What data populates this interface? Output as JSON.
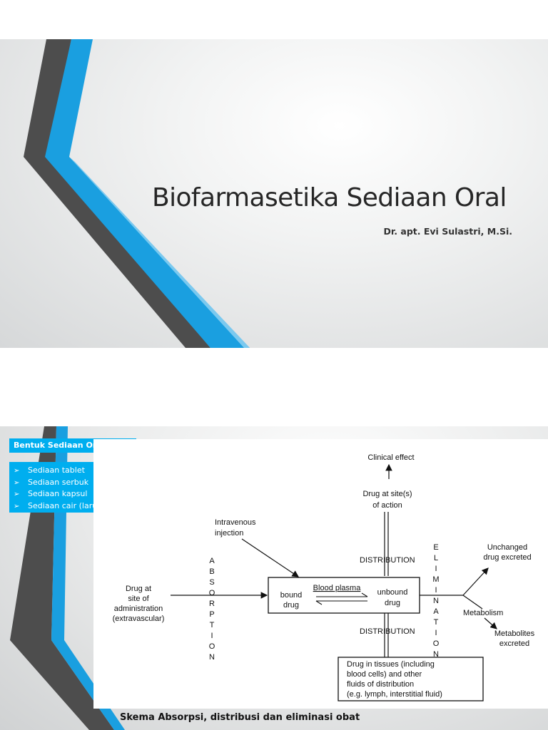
{
  "slide1": {
    "title": "Biofarmasetika Sediaan Oral",
    "author": "Dr. apt. Evi Sulastri, M.Si."
  },
  "slide2": {
    "tag_label": "Bentuk Sediaan Oral",
    "bullet_marker": "➢",
    "bullets": [
      "Sediaan tablet",
      "Sediaan serbuk",
      "Sediaan kapsul",
      "Sediaan cair (larutan, suspensi, emulsi)"
    ],
    "caption": "Skema Absorpsi, distribusi dan eliminasi obat",
    "diagram": {
      "clinical_effect": "Clinical effect",
      "site_of_action": [
        "Drug at site(s)",
        "of action"
      ],
      "iv_injection": [
        "Intravenous",
        "injection"
      ],
      "distribution_top": "DISTRIBUTION",
      "distribution_bottom": "DISTRIBUTION",
      "absorption_letters": [
        "A",
        "B",
        "S",
        "O",
        "R",
        "P",
        "T",
        "I",
        "O",
        "N"
      ],
      "elimination_letters": [
        "E",
        "L",
        "I",
        "M",
        "I",
        "N",
        "A",
        "T",
        "I",
        "O",
        "N"
      ],
      "drug_at_site": [
        "Drug at",
        "site of",
        "administration",
        "(extravascular)"
      ],
      "blood_plasma": "Blood plasma",
      "bound_drug": [
        "bound",
        "drug"
      ],
      "unbound_drug": [
        "unbound",
        "drug"
      ],
      "unchanged": [
        "Unchanged",
        "drug excreted"
      ],
      "metabolism": "Metabolism",
      "metabolites": [
        "Metabolites",
        "excreted"
      ],
      "tissues": [
        "Drug in tissues (including",
        "blood cells) and other",
        "fluids of distribution",
        "(e.g. lymph, interstitial fluid)"
      ]
    },
    "colors": {
      "accent": "#00aeef",
      "stripe_dark": "#4d4d4d"
    }
  }
}
